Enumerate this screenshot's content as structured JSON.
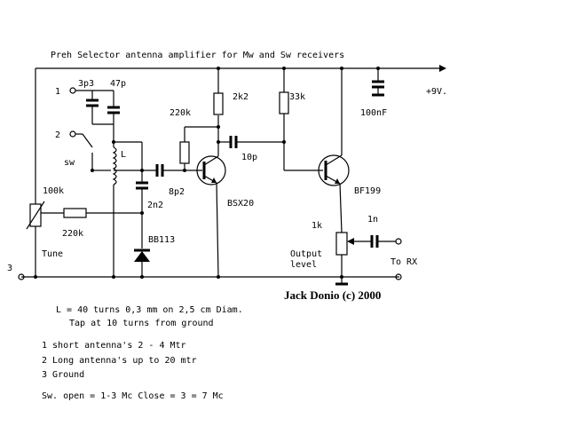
{
  "title": "Preh Selector antenna amplifier for Mw and Sw receivers",
  "labels": {
    "terminal_1": "1",
    "terminal_2": "2",
    "terminal_3": "3",
    "c_3p3": "3p3",
    "c_47p": "47p",
    "switch": "sw",
    "inductor": "L",
    "c_8p2": "8p2",
    "c_2n2": "2n2",
    "r_220k_top": "220k",
    "r_2k2": "2k2",
    "r_33k": "33k",
    "c_10p": "10p",
    "c_100nf": "100nF",
    "supply": "+9V.",
    "pot_100k": "100k",
    "r_220k_low": "220k",
    "tune": "Tune",
    "diode": "BB113",
    "transistor_1": "BSX20",
    "transistor_2": "BF199",
    "pot_1k": "1k",
    "c_1n": "1n",
    "output_level_1": "Output",
    "output_level_2": "level",
    "to_rx": "To RX",
    "author": "Jack Donio (c) 2000"
  },
  "notes": [
    "L = 40 turns 0,3 mm on 2,5  cm Diam.",
    "Tap at 10 turns from ground",
    "1 short antenna's  2 - 4 Mtr",
    "2 Long antenna's  up to 20 mtr",
    "3 Ground",
    "Sw. open = 1-3 Mc  Close = 3 = 7 Mc"
  ]
}
